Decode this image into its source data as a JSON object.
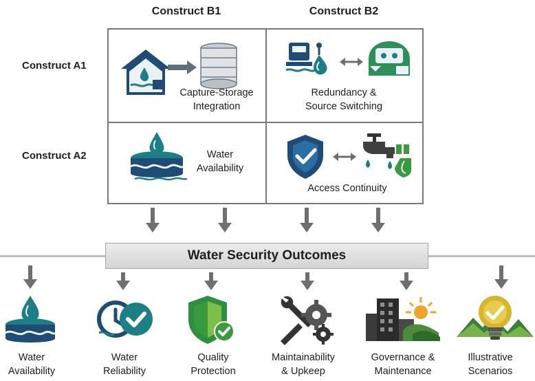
{
  "columns": [
    "Construct B1",
    "Construct B2"
  ],
  "rows": [
    "Construct A1",
    "Construct A2"
  ],
  "cells": {
    "a1b1": {
      "line1": "Capture-Storage",
      "line2": "Integration",
      "icon": "house-to-tank-icon"
    },
    "a1b2": {
      "line1": "Redundancy &",
      "line2": "Source Switching",
      "icon": "source-switch-icon"
    },
    "a2b1": {
      "line1": "Water",
      "line2": "Availability",
      "icon": "water-reservoir-icon"
    },
    "a2b2": {
      "line1": "Access Continuity",
      "icon": "shield-tap-icon"
    }
  },
  "band": {
    "label": "Water Security Outcomes"
  },
  "outcomes": [
    {
      "line1": "Water",
      "line2": "Availability",
      "icon": "reservoir-drop-icon"
    },
    {
      "line1": "Water",
      "line2": "Reliability",
      "icon": "clock-check-icon"
    },
    {
      "line1": "Quality",
      "line2": "Protection",
      "icon": "shield-check-icon"
    },
    {
      "line1": "Maintainability",
      "line2": "& Upkeep",
      "icon": "wrench-gears-icon"
    },
    {
      "line1": "Governance &",
      "line2": "Maintenance",
      "icon": "city-sun-icon"
    },
    {
      "line1": "Illustrative",
      "line2": "Scenarios",
      "icon": "lightbulb-mountains-icon"
    }
  ],
  "colors": {
    "teal": "#1d7f86",
    "navy": "#1f4b75",
    "green": "#3a9a3e",
    "gray": "#6f6f6f"
  }
}
